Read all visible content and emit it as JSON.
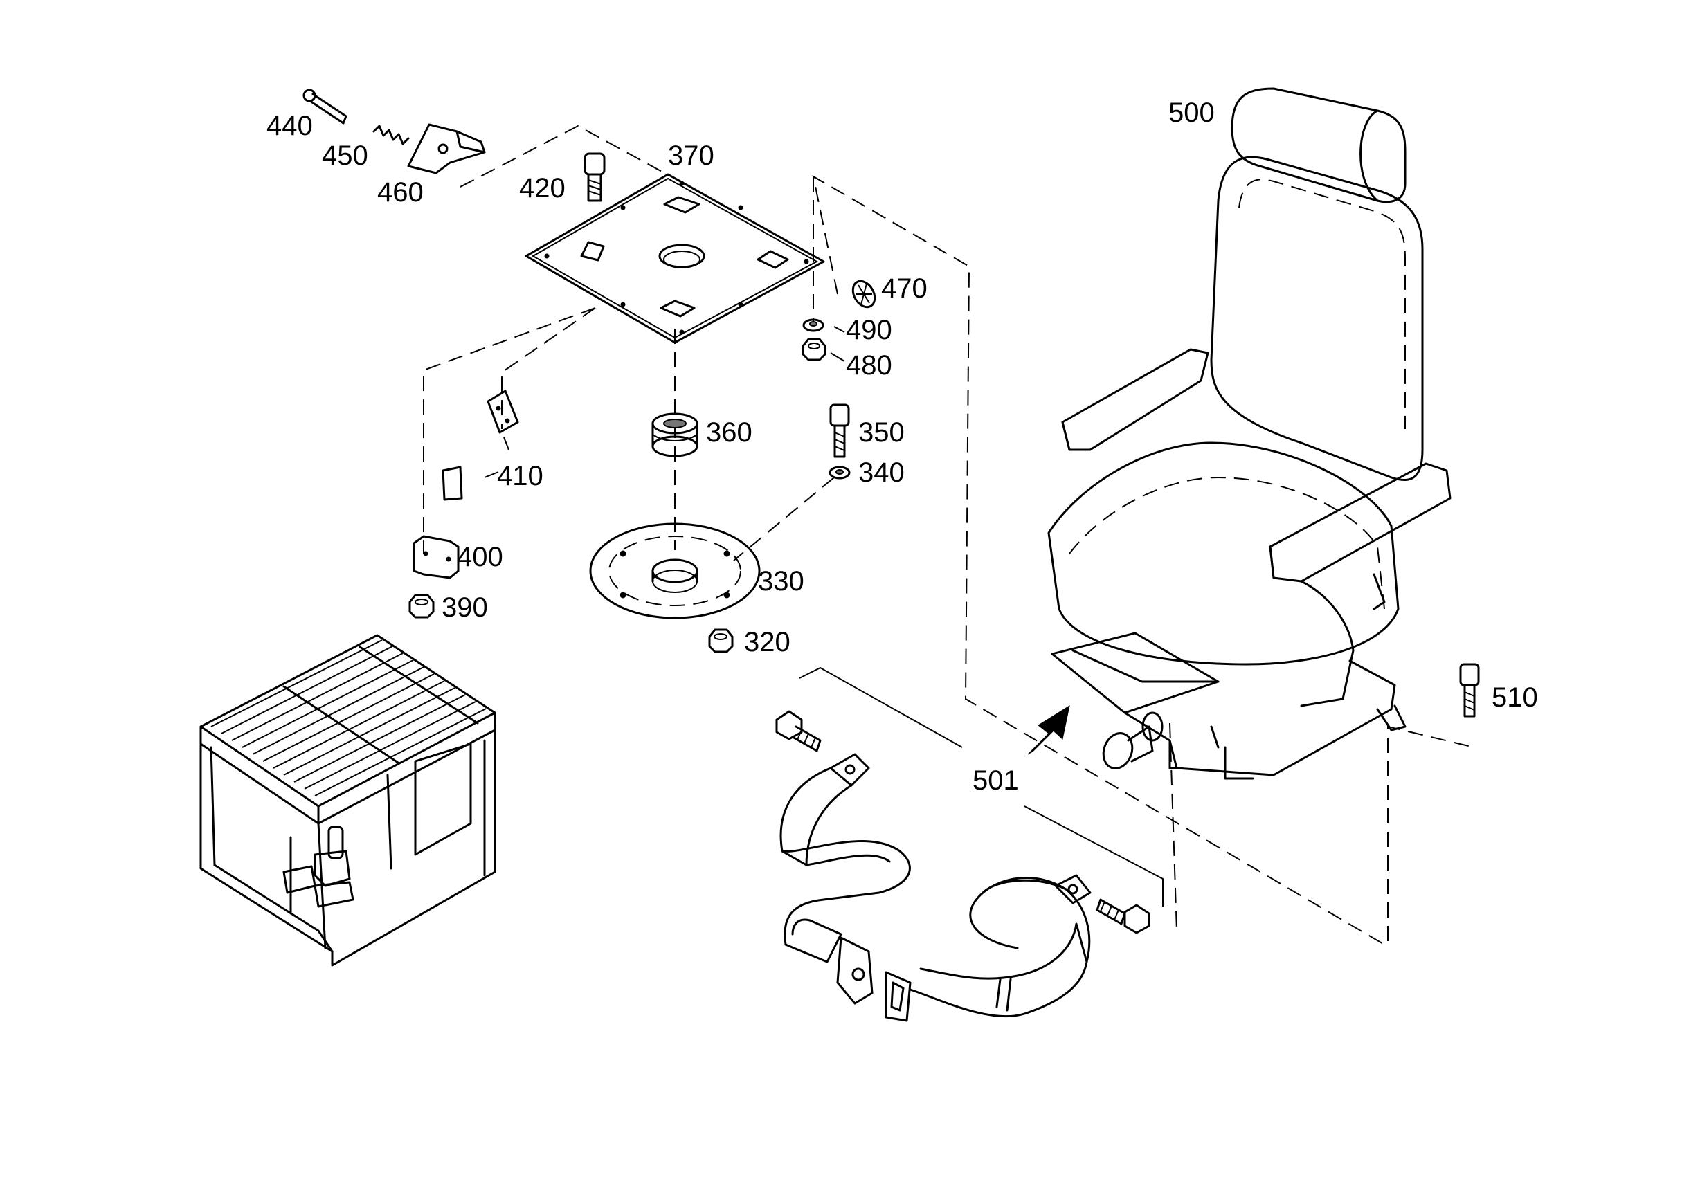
{
  "callouts": {
    "c440": "440",
    "c450": "450",
    "c460": "460",
    "c420": "420",
    "c370": "370",
    "c470": "470",
    "c490": "490",
    "c480": "480",
    "c360": "360",
    "c350": "350",
    "c340": "340",
    "c410": "410",
    "c400": "400",
    "c390": "390",
    "c330": "330",
    "c320": "320",
    "c500": "500",
    "c501": "501",
    "c510": "510"
  },
  "colors": {
    "ink": "#000000",
    "paper": "#ffffff"
  }
}
